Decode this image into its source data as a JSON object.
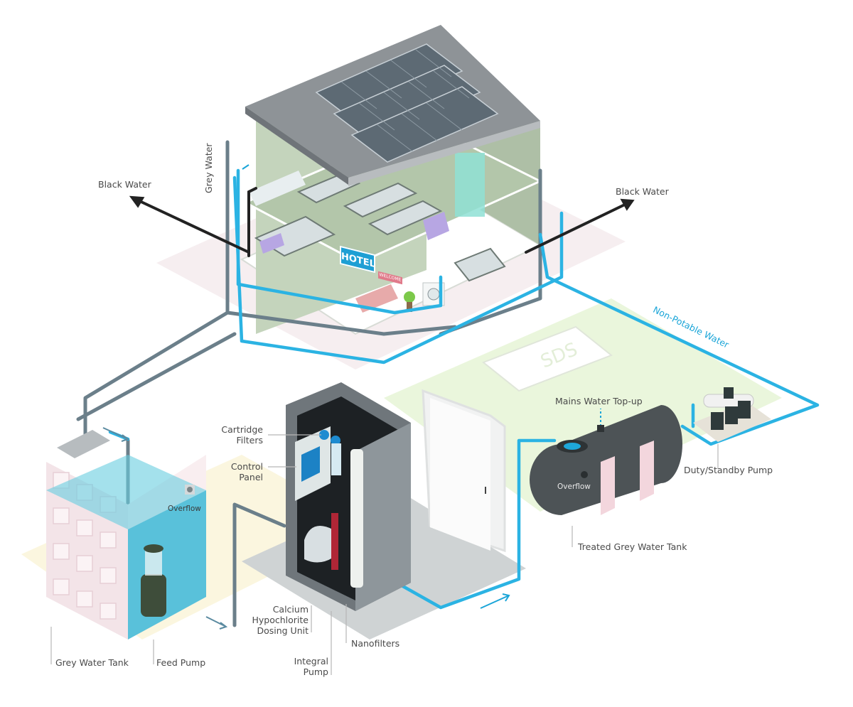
{
  "building": {
    "sign": "HOTEL",
    "welcome_sign": "WELCOME"
  },
  "watermark": "SDS",
  "labels": {
    "black_water_left": "Black Water",
    "black_water_right": "Black Water",
    "grey_water": "Grey Water",
    "non_potable_water": "Non-Potable Water",
    "mains_water_topup": "Mains Water Top-up",
    "cartridge_filters": [
      "Cartridge",
      "Filters"
    ],
    "control_panel": [
      "Control",
      "Panel"
    ],
    "overflow_grey": "Overflow",
    "overflow_treated": "Overflow",
    "duty_standby_pump": "Duty/Standby Pump",
    "treated_grey_water_tank": "Treated Grey Water Tank",
    "grey_water_tank": "Grey Water Tank",
    "feed_pump": "Feed Pump",
    "calcium_dosing": [
      "Calcium",
      "Hypochlorite",
      "Dosing Unit"
    ],
    "nanofilters": "Nanofilters",
    "integral_pump": [
      "Integral",
      "Pump"
    ]
  },
  "colors": {
    "grey_water_pipe": "#6b7f8a",
    "non_potable_pipe": "#2bb3e3",
    "black_water_pipe": "#222222",
    "wall_green": "#b9c9b0",
    "roof": "#8c9196",
    "tank_water": "#3db8d6",
    "treated_tank": "#4d5356"
  }
}
